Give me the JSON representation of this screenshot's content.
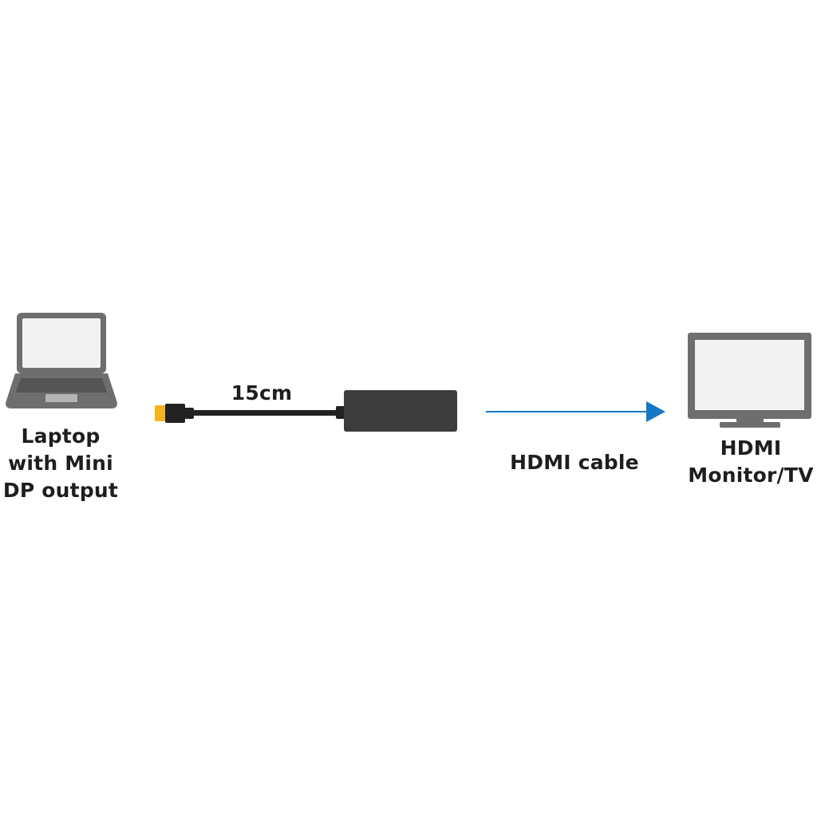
{
  "colors": {
    "device_body": "#6e6e6e",
    "device_screen": "#f2f2f2",
    "laptop_base": "#6e6e6e",
    "laptop_keyboard": "#555555",
    "laptop_trackpad": "#b5b5b5",
    "cable": "#222222",
    "connector_tip": "#f2b51c",
    "adapter": "#3c3c3c",
    "arrow": "#1776c5",
    "text": "#1e1e1e"
  },
  "laptop": {
    "icon": "laptop-icon",
    "label_lines": [
      "Laptop",
      "with Mini",
      "DP output"
    ]
  },
  "adapter": {
    "icon": "mini-dp-to-hdmi-adapter-icon",
    "cable_length": "15cm"
  },
  "hdmi_cable": {
    "icon": "right-arrow-icon",
    "label": "HDMI cable"
  },
  "monitor": {
    "icon": "monitor-icon",
    "label_lines": [
      "HDMI",
      "Monitor/TV"
    ]
  }
}
